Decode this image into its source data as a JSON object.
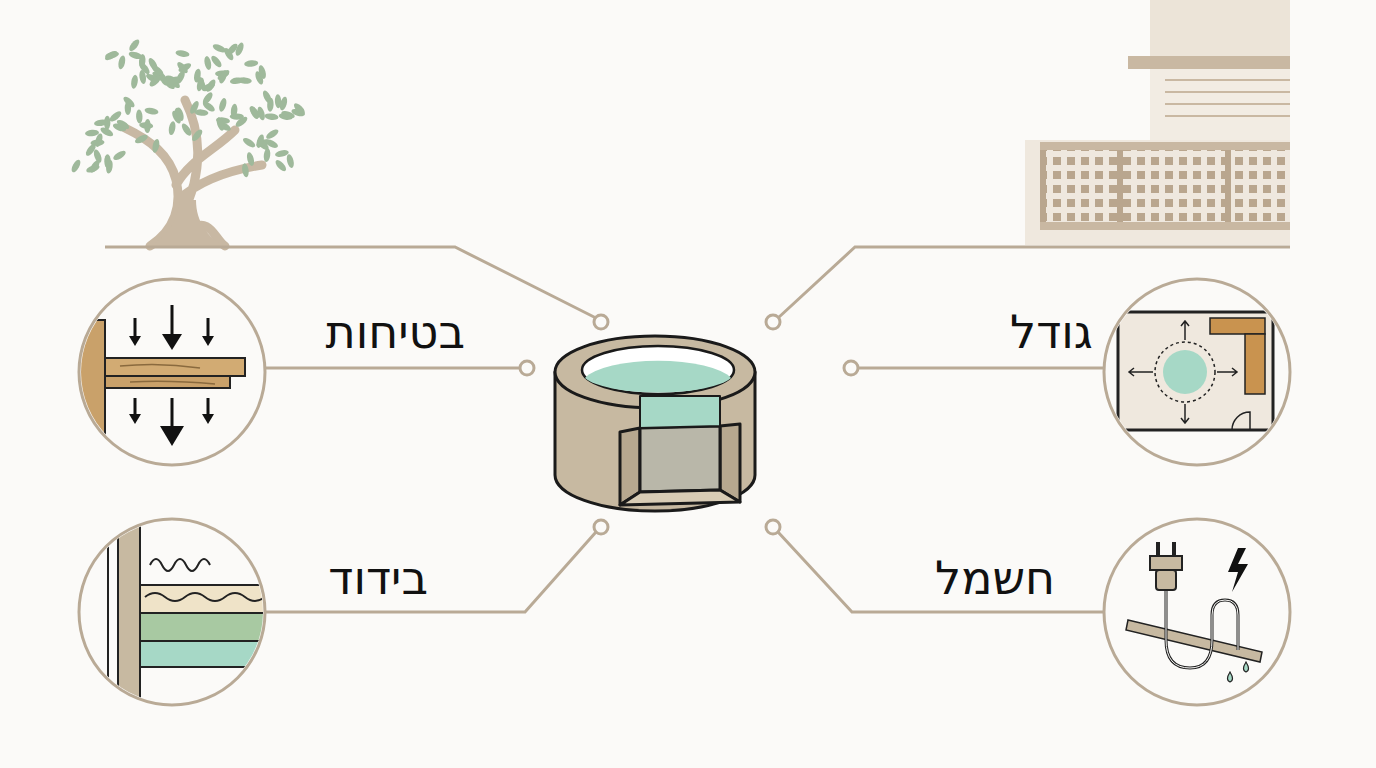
{
  "diagram": {
    "labels": [
      "בטיחות",
      "גודל",
      "בידוד",
      "חשמל"
    ]
  }
}
